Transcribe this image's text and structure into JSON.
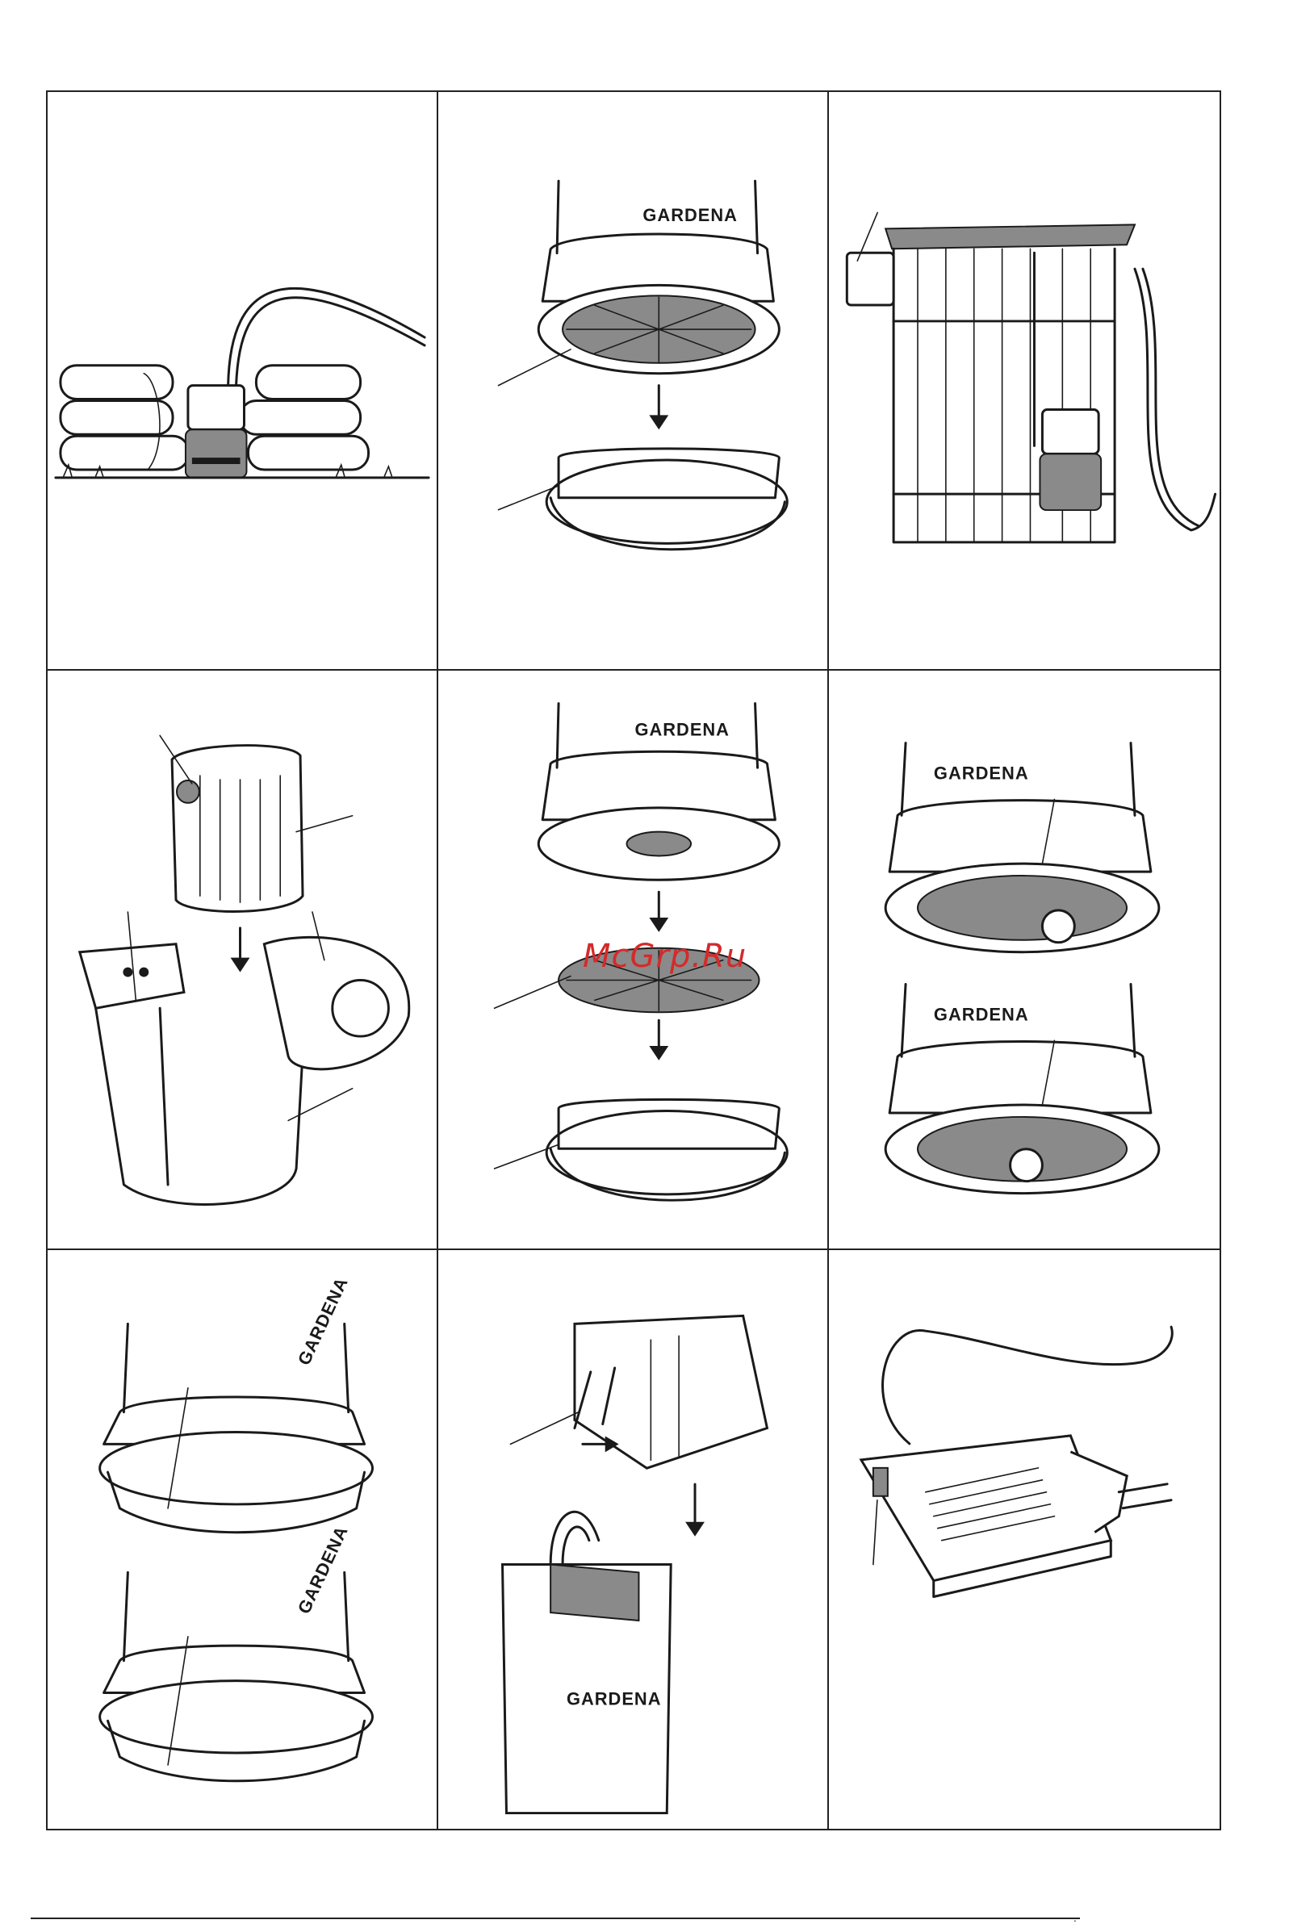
{
  "page": {
    "brand_label": "GARDENA",
    "watermark": "McGrp.Ru",
    "footer_mark": "."
  },
  "figures": [
    {
      "id": "fig-1",
      "icon": "pump-in-pit-illustration"
    },
    {
      "id": "fig-2",
      "icon": "base-filter-removal-illustration"
    },
    {
      "id": "fig-3",
      "icon": "pump-in-barrel-illustration"
    },
    {
      "id": "fig-4",
      "icon": "battery-insertion-illustration"
    },
    {
      "id": "fig-5",
      "icon": "filter-stack-explode-illustration"
    },
    {
      "id": "fig-6",
      "icon": "filter-lock-positions-illustration"
    },
    {
      "id": "fig-7",
      "icon": "base-ring-positions-illustration"
    },
    {
      "id": "fig-8",
      "icon": "control-clip-mount-illustration"
    },
    {
      "id": "fig-9",
      "icon": "charger-illustration"
    }
  ]
}
